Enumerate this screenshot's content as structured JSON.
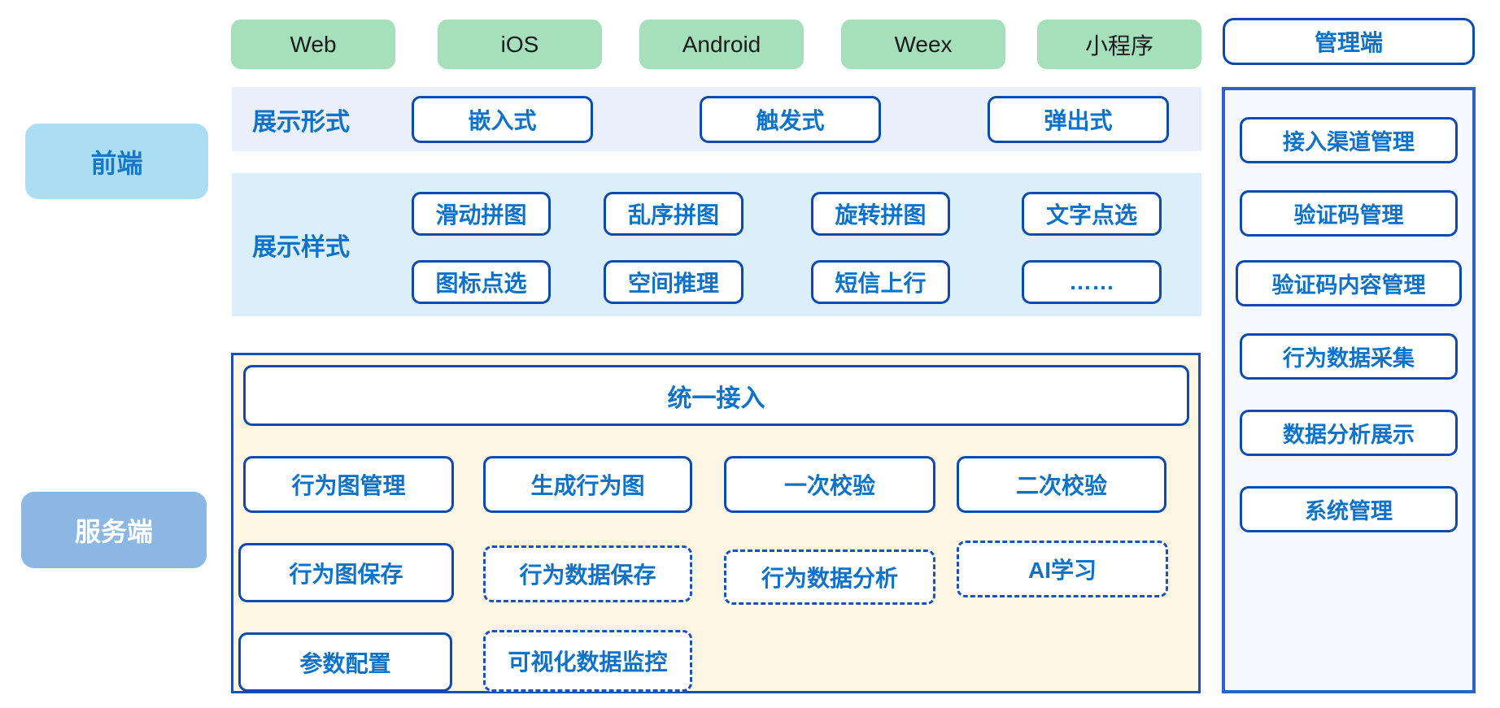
{
  "colors": {
    "platform_green": "#a6dfbc",
    "node_border_blue": "#0b4ab0",
    "text_blue": "#0d72c8",
    "front_label_bg": "#abdef2",
    "server_label_bg": "#8bb7e2",
    "band_form_bg": "#eaeffc",
    "band_style_bg": "#daeffa",
    "server_section_bg": "#fdf6e2",
    "admin_panel_bg": "#f6f8fe",
    "admin_panel_border": "#2a63c9"
  },
  "platforms": [
    "Web",
    "iOS",
    "Android",
    "Weex",
    "小程序"
  ],
  "front_label": "前端",
  "server_label": "服务端",
  "display_form": {
    "label": "展示形式",
    "items": [
      "嵌入式",
      "触发式",
      "弹出式"
    ]
  },
  "display_style": {
    "label": "展示样式",
    "row1": [
      "滑动拼图",
      "乱序拼图",
      "旋转拼图",
      "文字点选"
    ],
    "row2": [
      "图标点选",
      "空间推理",
      "短信上行",
      "……"
    ]
  },
  "server_section": {
    "unified_access": "统一接入",
    "row1": [
      "行为图管理",
      "生成行为图",
      "一次校验",
      "二次校验"
    ],
    "row2": [
      "行为图保存",
      "行为数据保存",
      "行为数据分析",
      "AI学习"
    ],
    "row3": [
      "参数配置",
      "可视化数据监控"
    ]
  },
  "admin": {
    "title": "管理端",
    "items": [
      "接入渠道管理",
      "验证码管理",
      "验证码内容管理",
      "行为数据采集",
      "数据分析展示",
      "系统管理"
    ]
  }
}
